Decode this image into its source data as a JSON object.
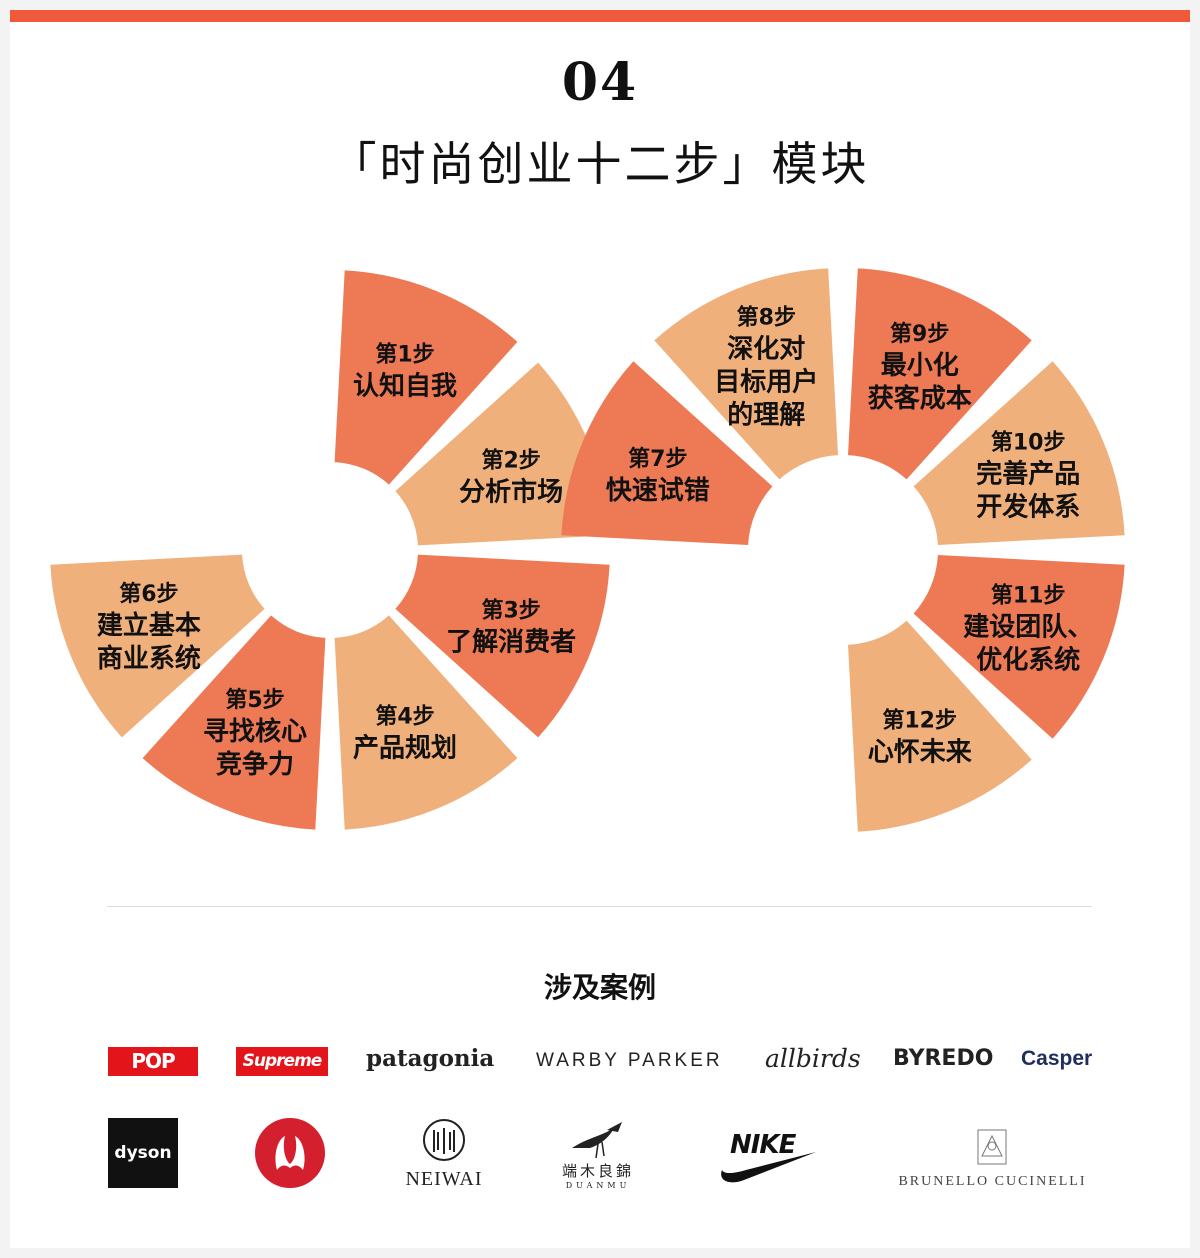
{
  "header": {
    "number": "04",
    "title": "「时尚创业十二步」模块"
  },
  "colors": {
    "accent": "#ee5a3a",
    "dark_segment": "#ee7a55",
    "light_segment": "#f0b07c"
  },
  "steps": [
    {
      "step": "第1步",
      "lines": [
        "认知自我"
      ],
      "tone": "dark"
    },
    {
      "step": "第2步",
      "lines": [
        "分析市场"
      ],
      "tone": "light"
    },
    {
      "step": "第3步",
      "lines": [
        "了解消费者"
      ],
      "tone": "dark"
    },
    {
      "step": "第4步",
      "lines": [
        "产品规划"
      ],
      "tone": "light"
    },
    {
      "step": "第5步",
      "lines": [
        "寻找核心",
        "竞争力"
      ],
      "tone": "dark"
    },
    {
      "step": "第6步",
      "lines": [
        "建立基本",
        "商业系统"
      ],
      "tone": "light"
    },
    {
      "step": "第7步",
      "lines": [
        "快速试错"
      ],
      "tone": "dark"
    },
    {
      "step": "第8步",
      "lines": [
        "深化对",
        "目标用户",
        "的理解"
      ],
      "tone": "light"
    },
    {
      "step": "第9步",
      "lines": [
        "最小化",
        "获客成本"
      ],
      "tone": "dark"
    },
    {
      "step": "第10步",
      "lines": [
        "完善产品",
        "开发体系"
      ],
      "tone": "light"
    },
    {
      "step": "第11步",
      "lines": [
        "建设团队、",
        "优化系统"
      ],
      "tone": "dark"
    },
    {
      "step": "第12步",
      "lines": [
        "心怀未来"
      ],
      "tone": "light"
    }
  ],
  "cases": {
    "title": "涉及案例",
    "logos": {
      "popmart": "POP MART",
      "supreme": "Supreme",
      "patagonia": "patagonia",
      "warby": "WARBY PARKER",
      "allbirds": "allbirds",
      "byredo": "BYREDO",
      "casper": "Casper",
      "dyson": "dyson",
      "neiwai": "NEIWAI",
      "duanmu_cn": "端木良錦",
      "duanmu_en": "DUANMU",
      "nike": "NIKE",
      "cucinelli": "BRUNELLO CUCINELLI"
    }
  }
}
